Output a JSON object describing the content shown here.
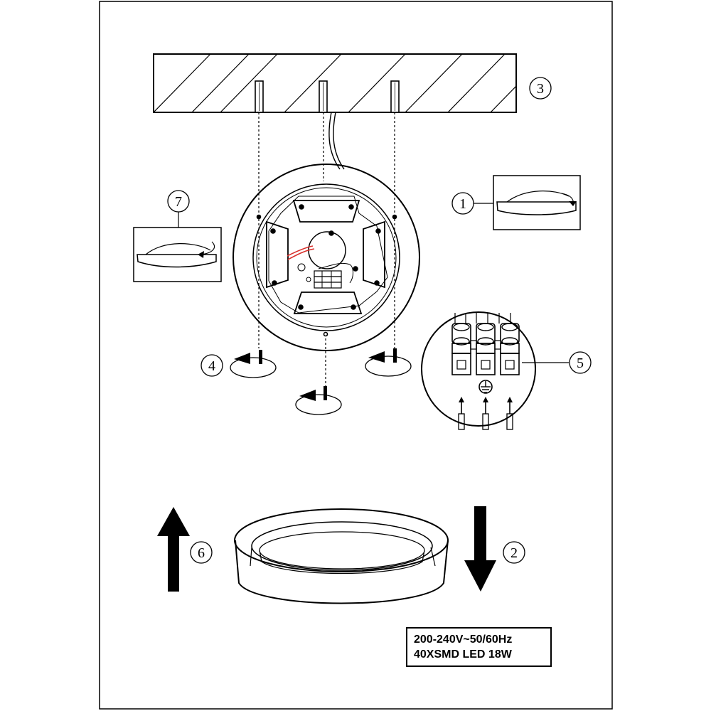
{
  "callouts": {
    "c1": "1",
    "c2": "2",
    "c3": "3",
    "c4": "4",
    "c5": "5",
    "c6": "6",
    "c7": "7"
  },
  "spec": {
    "line1": "200-240V~50/60Hz",
    "line2": "40XSMD LED 18W"
  },
  "colors": {
    "ink": "#000000",
    "wire_red": "#d9302c",
    "paper": "#ffffff"
  }
}
